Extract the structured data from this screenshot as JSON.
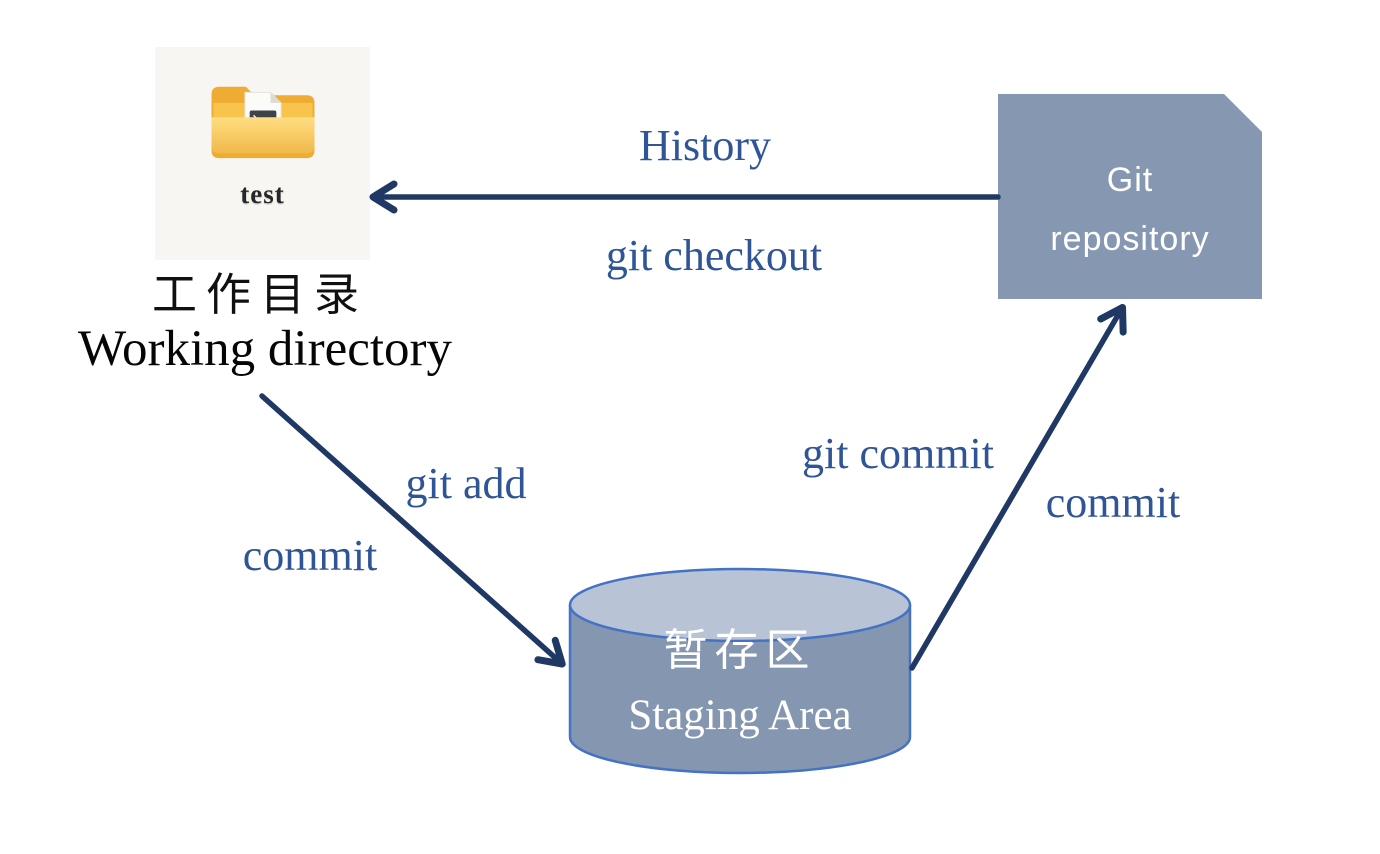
{
  "diagram": {
    "working_directory": {
      "folder_label": "test",
      "title_cn": "工作目录",
      "title_en": "Working directory"
    },
    "staging_area": {
      "title_cn": "暂存区",
      "title_en": "Staging Area"
    },
    "git_repository": {
      "title_line1": "Git",
      "title_line2": "repository"
    },
    "edges": [
      {
        "from": "git_repository",
        "to": "working_directory",
        "labels": [
          "History",
          "git checkout"
        ]
      },
      {
        "from": "working_directory",
        "to": "staging_area",
        "labels": [
          "git add",
          "commit"
        ]
      },
      {
        "from": "staging_area",
        "to": "git_repository",
        "labels": [
          "git commit",
          "commit"
        ]
      }
    ],
    "labels": {
      "history": "History",
      "git_checkout": "git checkout",
      "git_add": "git add",
      "commit_left": "commit",
      "git_commit": "git commit",
      "commit_right": "commit"
    },
    "colors": {
      "arrow": "#1f3864",
      "label_text": "#2f5597",
      "shape_fill": "#8496b0",
      "shape_stroke": "#4472c4",
      "cylinder_top": "#b8c3d5",
      "node_text": "#ffffff",
      "title_text": "#101010",
      "folder_tile_bg": "#f7f6f3"
    }
  }
}
